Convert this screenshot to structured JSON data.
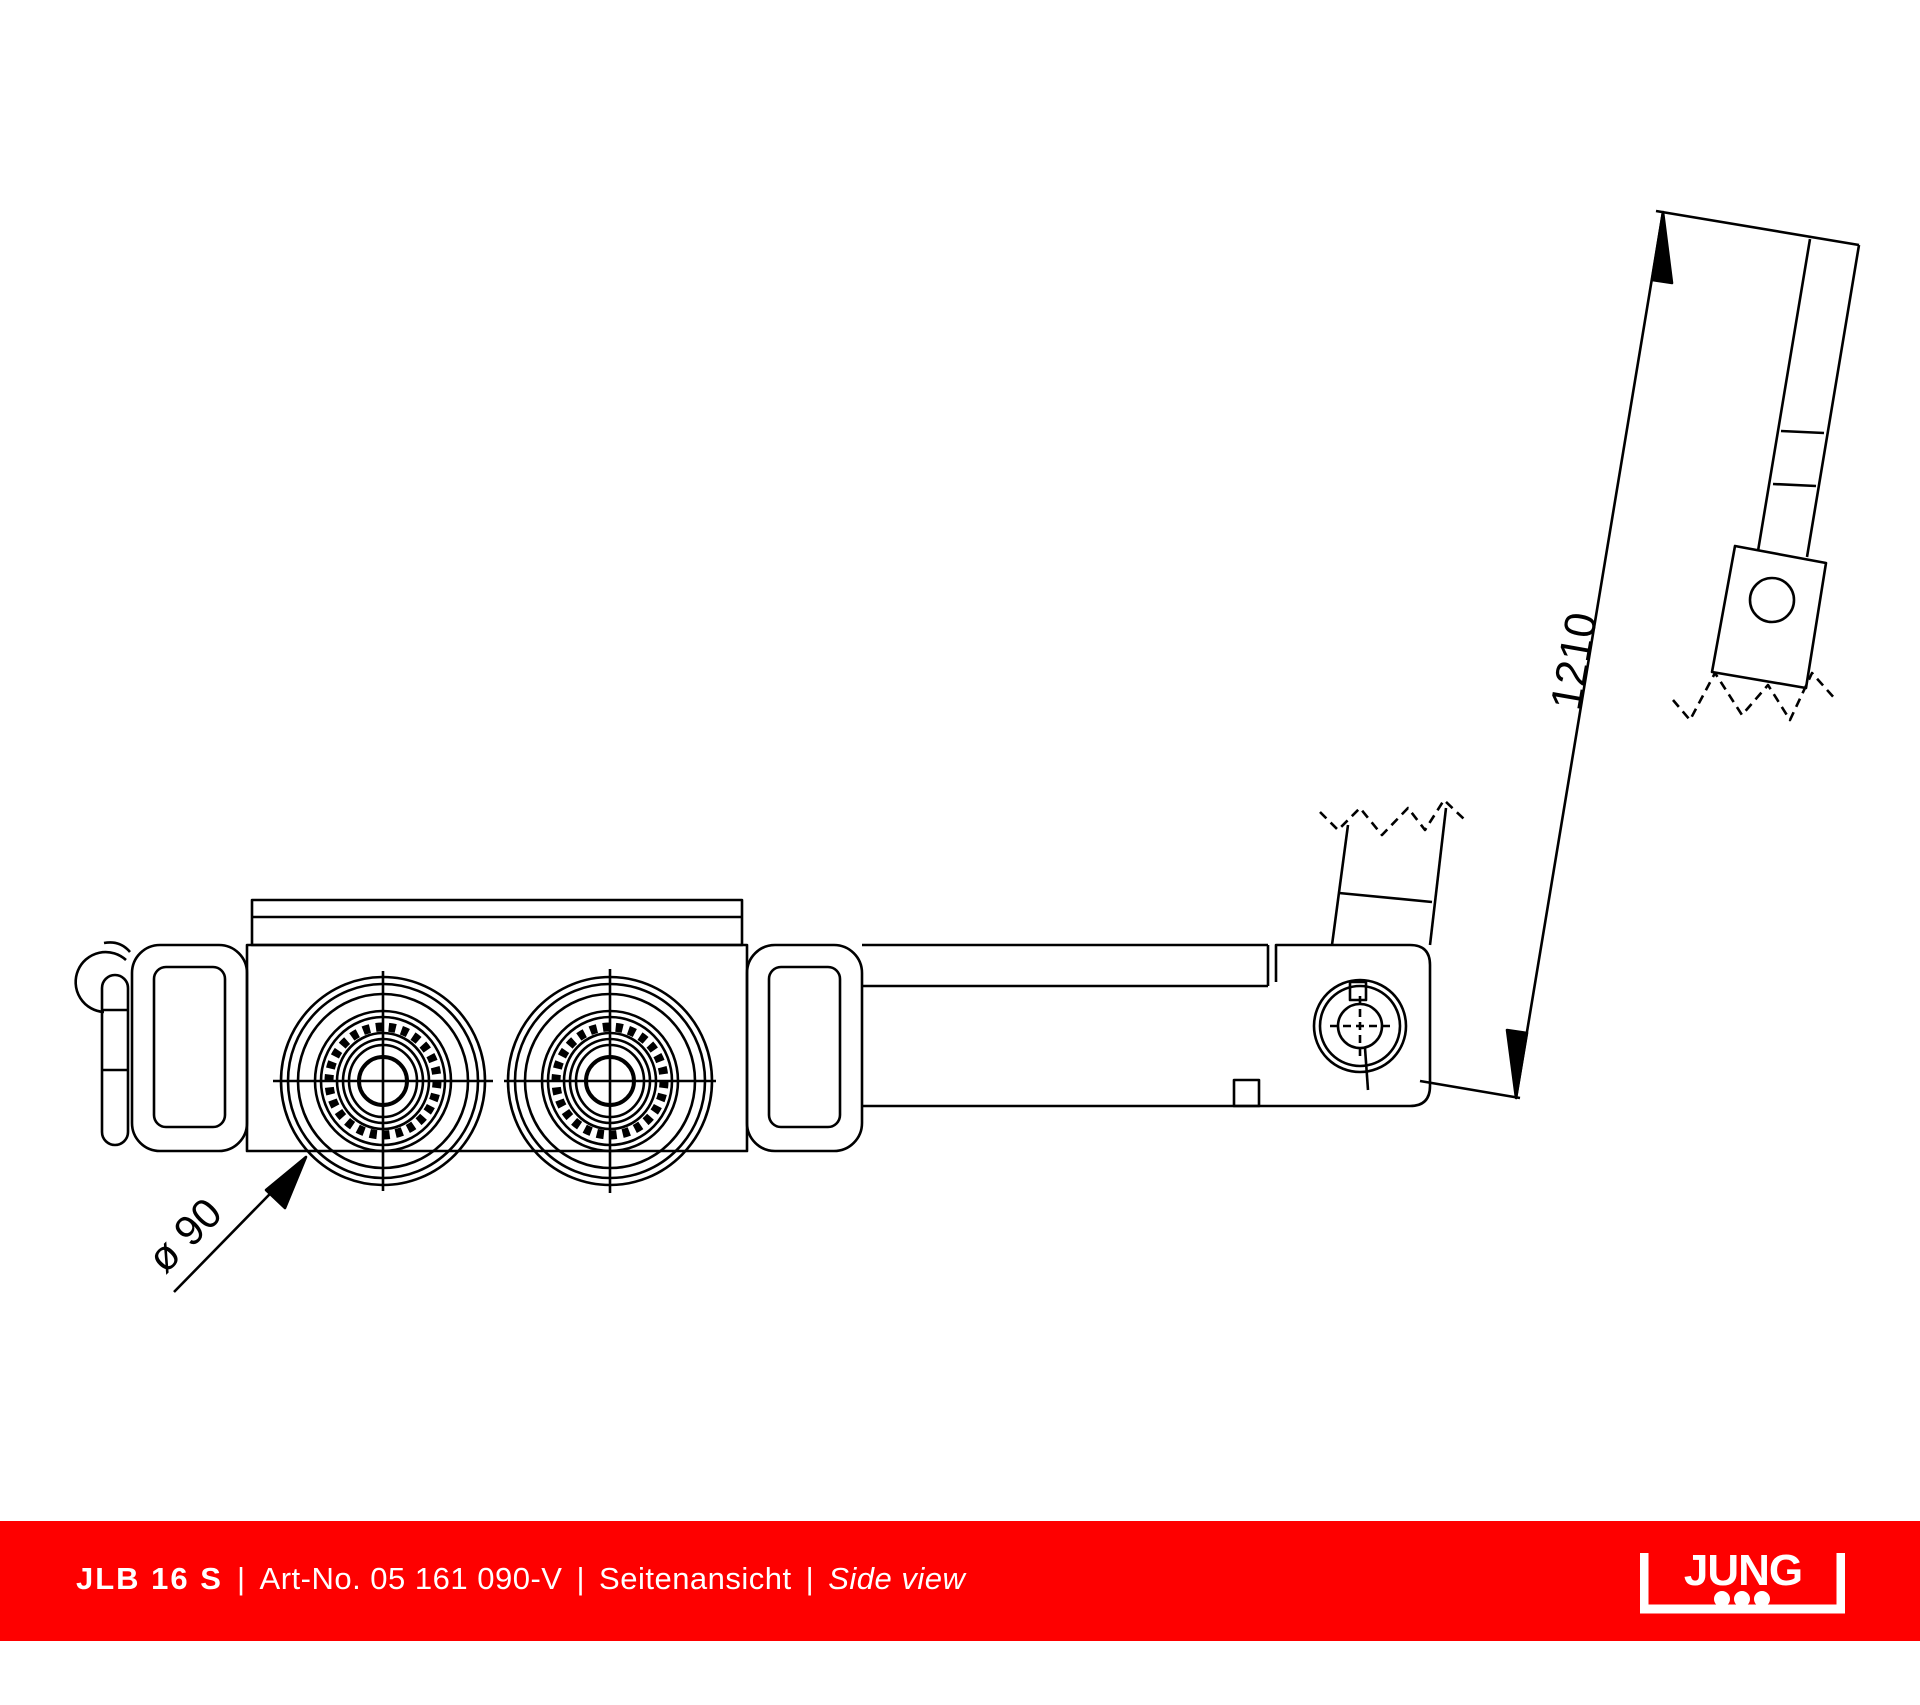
{
  "drawing": {
    "title": "Side view technical drawing",
    "dimensions": {
      "wheel_diameter": "ø 90",
      "handle_length": "1210"
    }
  },
  "footer": {
    "model": "JLB 16 S",
    "separator": "|",
    "article_no": "Art-No. 05 161 090-V",
    "view_de": "Seitenansicht",
    "view_en": "Side view",
    "logo_text": "JUNG"
  },
  "colors": {
    "brand_red": "#fe0000",
    "line": "#000000"
  }
}
